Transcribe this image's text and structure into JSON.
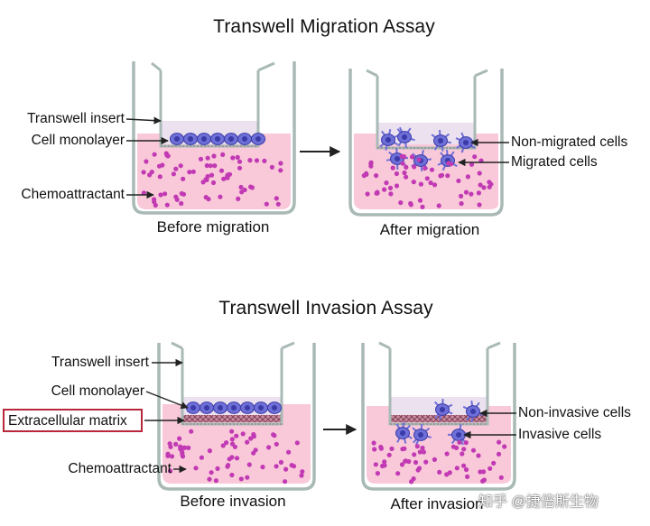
{
  "migration": {
    "title": "Transwell Migration Assay",
    "labels": {
      "insert": "Transwell insert",
      "monolayer": "Cell monolayer",
      "chemo": "Chemoattractant",
      "non_migrated": "Non-migrated cells",
      "migrated": "Migrated cells"
    },
    "before_caption": "Before migration",
    "after_caption": "After migration"
  },
  "invasion": {
    "title": "Transwell Invasion Assay",
    "labels": {
      "insert": "Transwell insert",
      "monolayer": "Cell monolayer",
      "ecm": "Extracellular matrix",
      "chemo": "Chemoattractant",
      "non_invasive": "Non-invasive cells",
      "invasive": "Invasive cells"
    },
    "before_caption": "Before invasion",
    "after_caption": "After invasion"
  },
  "watermark": "知乎 @捷倍斯生物",
  "colors": {
    "medium": "#f9c9d9",
    "chemoattractant_dot": "#c13ab4",
    "cell": "#6f6fd8",
    "cell_nucleus": "#3a3aa8",
    "insert_fill": "#ece1ef",
    "well_outline": "#a9b9b6",
    "ecm": "#a8657a",
    "ecm_box": "#b8283a"
  }
}
